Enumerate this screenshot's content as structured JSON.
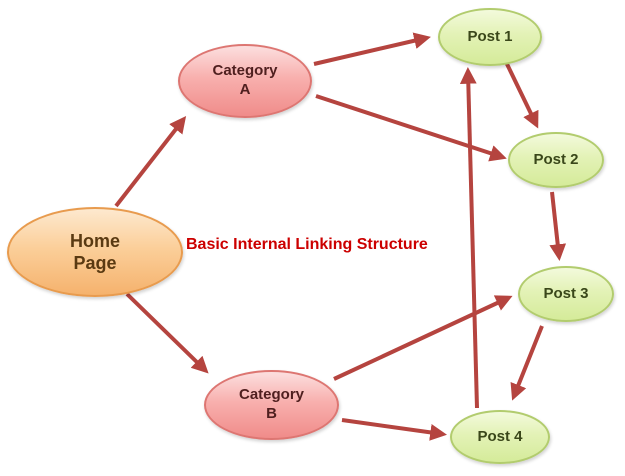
{
  "diagram": {
    "title": "Basic Internal Linking Structure",
    "nodes": {
      "home": {
        "line1": "Home",
        "line2": "Page"
      },
      "category_a": {
        "line1": "Category",
        "line2": "A"
      },
      "category_b": {
        "line1": "Category",
        "line2": "B"
      },
      "post1": {
        "label": "Post 1"
      },
      "post2": {
        "label": "Post 2"
      },
      "post3": {
        "label": "Post 3"
      },
      "post4": {
        "label": "Post 4"
      }
    },
    "edges": [
      {
        "from": "Home Page",
        "to": "Category A"
      },
      {
        "from": "Home Page",
        "to": "Category B"
      },
      {
        "from": "Category A",
        "to": "Post 1"
      },
      {
        "from": "Category A",
        "to": "Post 2"
      },
      {
        "from": "Post 1",
        "to": "Post 2"
      },
      {
        "from": "Post 2",
        "to": "Post 3"
      },
      {
        "from": "Post 3",
        "to": "Post 4"
      },
      {
        "from": "Category B",
        "to": "Post 3"
      },
      {
        "from": "Category B",
        "to": "Post 4"
      },
      {
        "from": "Post 4",
        "to": "Post 1"
      }
    ],
    "colors": {
      "arrow": "#b5443f",
      "title": "#cc0000",
      "home_fill": "#f5b26d",
      "home_border": "#e89b4e",
      "category_fill": "#f08c8a",
      "category_border": "#dd7672",
      "post_fill": "#d5eb9a",
      "post_border": "#b2cc6e",
      "background": "#ffffff"
    }
  }
}
